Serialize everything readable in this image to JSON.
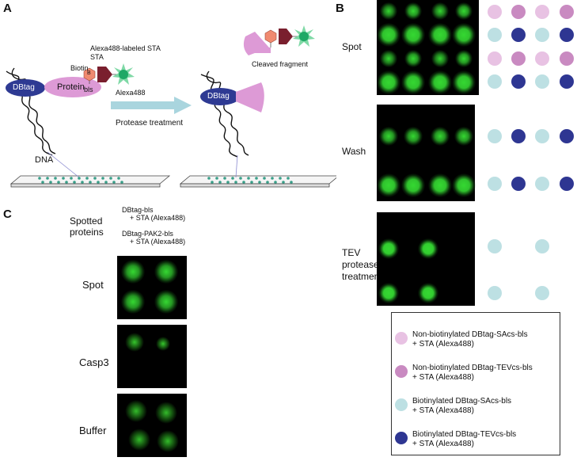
{
  "panel_letters": {
    "a": "A",
    "b": "B",
    "c": "C"
  },
  "panel_a": {
    "dbtag": "DBtag",
    "protein": "Protein",
    "biotin": "Biotin",
    "b": "B",
    "bls": "bls",
    "sta_label": "Alexa488-labeled STA",
    "sta_abbrev": "STA",
    "alexa": "Alexa488",
    "dna": "DNA",
    "arrow_label": "Protease treatment",
    "dbtag_right": "DBtag",
    "cleaved": "Cleaved fragment"
  },
  "panel_b": {
    "rows": {
      "spot": "Spot",
      "wash": "Wash",
      "tev": "TEV\nprotease\ntreatment"
    },
    "colors": {
      "light_pink": "#e8c2e3",
      "pink": "#c98ac1",
      "light_blue": "#bde0e3",
      "navy": "#2e3692",
      "spot_green": "#35d832"
    }
  },
  "legend": {
    "items": [
      {
        "text": "Non-biotinylated DBtag-SAcs-bls\n+ STA (Alexa488)",
        "color": "#e8c2e3"
      },
      {
        "text": "Non-biotinylated DBtag-TEVcs-bls\n+ STA (Alexa488)",
        "color": "#c98ac1"
      },
      {
        "text": "Biotinylated DBtag-SAcs-bls\n+ STA (Alexa488)",
        "color": "#bde0e3"
      },
      {
        "text": "Biotinylated DBtag-TEVcs-bls\n+ STA (Alexa488)",
        "color": "#2e3692"
      }
    ]
  },
  "panel_c": {
    "spotted_proteins": "Spotted\nproteins",
    "protein1": "DBtag-bls\n    + STA (Alexa488)",
    "protein2": "DBtag-PAK2-bls\n    + STA (Alexa488)",
    "rows": {
      "spot": "Spot",
      "casp3": "Casp3",
      "buffer": "Buffer"
    }
  }
}
